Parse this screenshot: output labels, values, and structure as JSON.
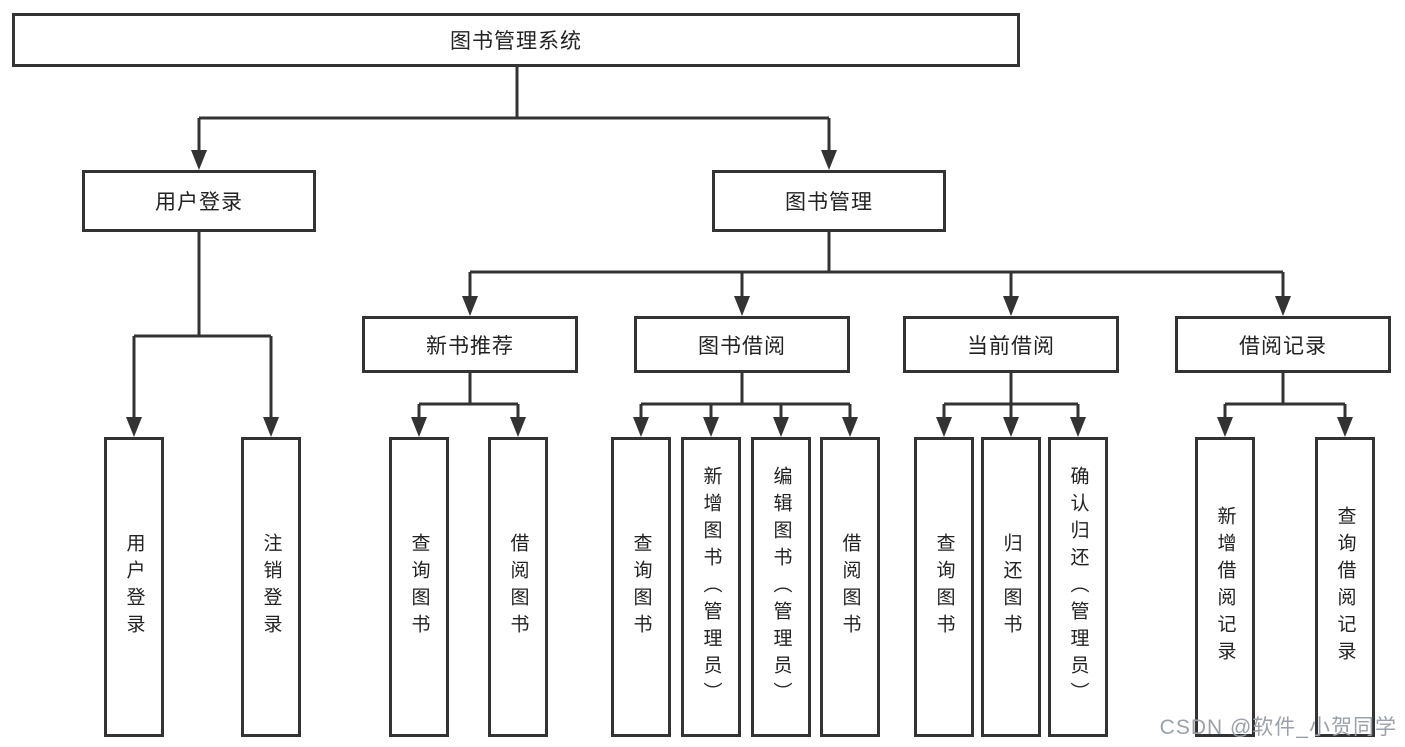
{
  "diagram": {
    "title": "图书管理系统",
    "branches": [
      {
        "label": "用户登录",
        "children": [
          {
            "label": "用户登录"
          },
          {
            "label": "注销登录"
          }
        ]
      },
      {
        "label": "图书管理",
        "children": [
          {
            "label": "新书推荐",
            "children": [
              {
                "label": "查询图书"
              },
              {
                "label": "借阅图书"
              }
            ]
          },
          {
            "label": "图书借阅",
            "children": [
              {
                "label": "查询图书"
              },
              {
                "label": "新增图书（管理员）"
              },
              {
                "label": "编辑图书（管理员）"
              },
              {
                "label": "借阅图书"
              }
            ]
          },
          {
            "label": "当前借阅",
            "children": [
              {
                "label": "查询图书"
              },
              {
                "label": "归还图书"
              },
              {
                "label": "确认归还（管理员）"
              }
            ]
          },
          {
            "label": "借阅记录",
            "children": [
              {
                "label": "新增借阅记录"
              },
              {
                "label": "查询借阅记录"
              }
            ]
          }
        ]
      }
    ]
  },
  "watermark": {
    "text": "CSDN @软件_小贺同学"
  },
  "colors": {
    "line": "#333333",
    "text": "#222222",
    "watermark": "#9aa1a9",
    "background": "#ffffff"
  }
}
